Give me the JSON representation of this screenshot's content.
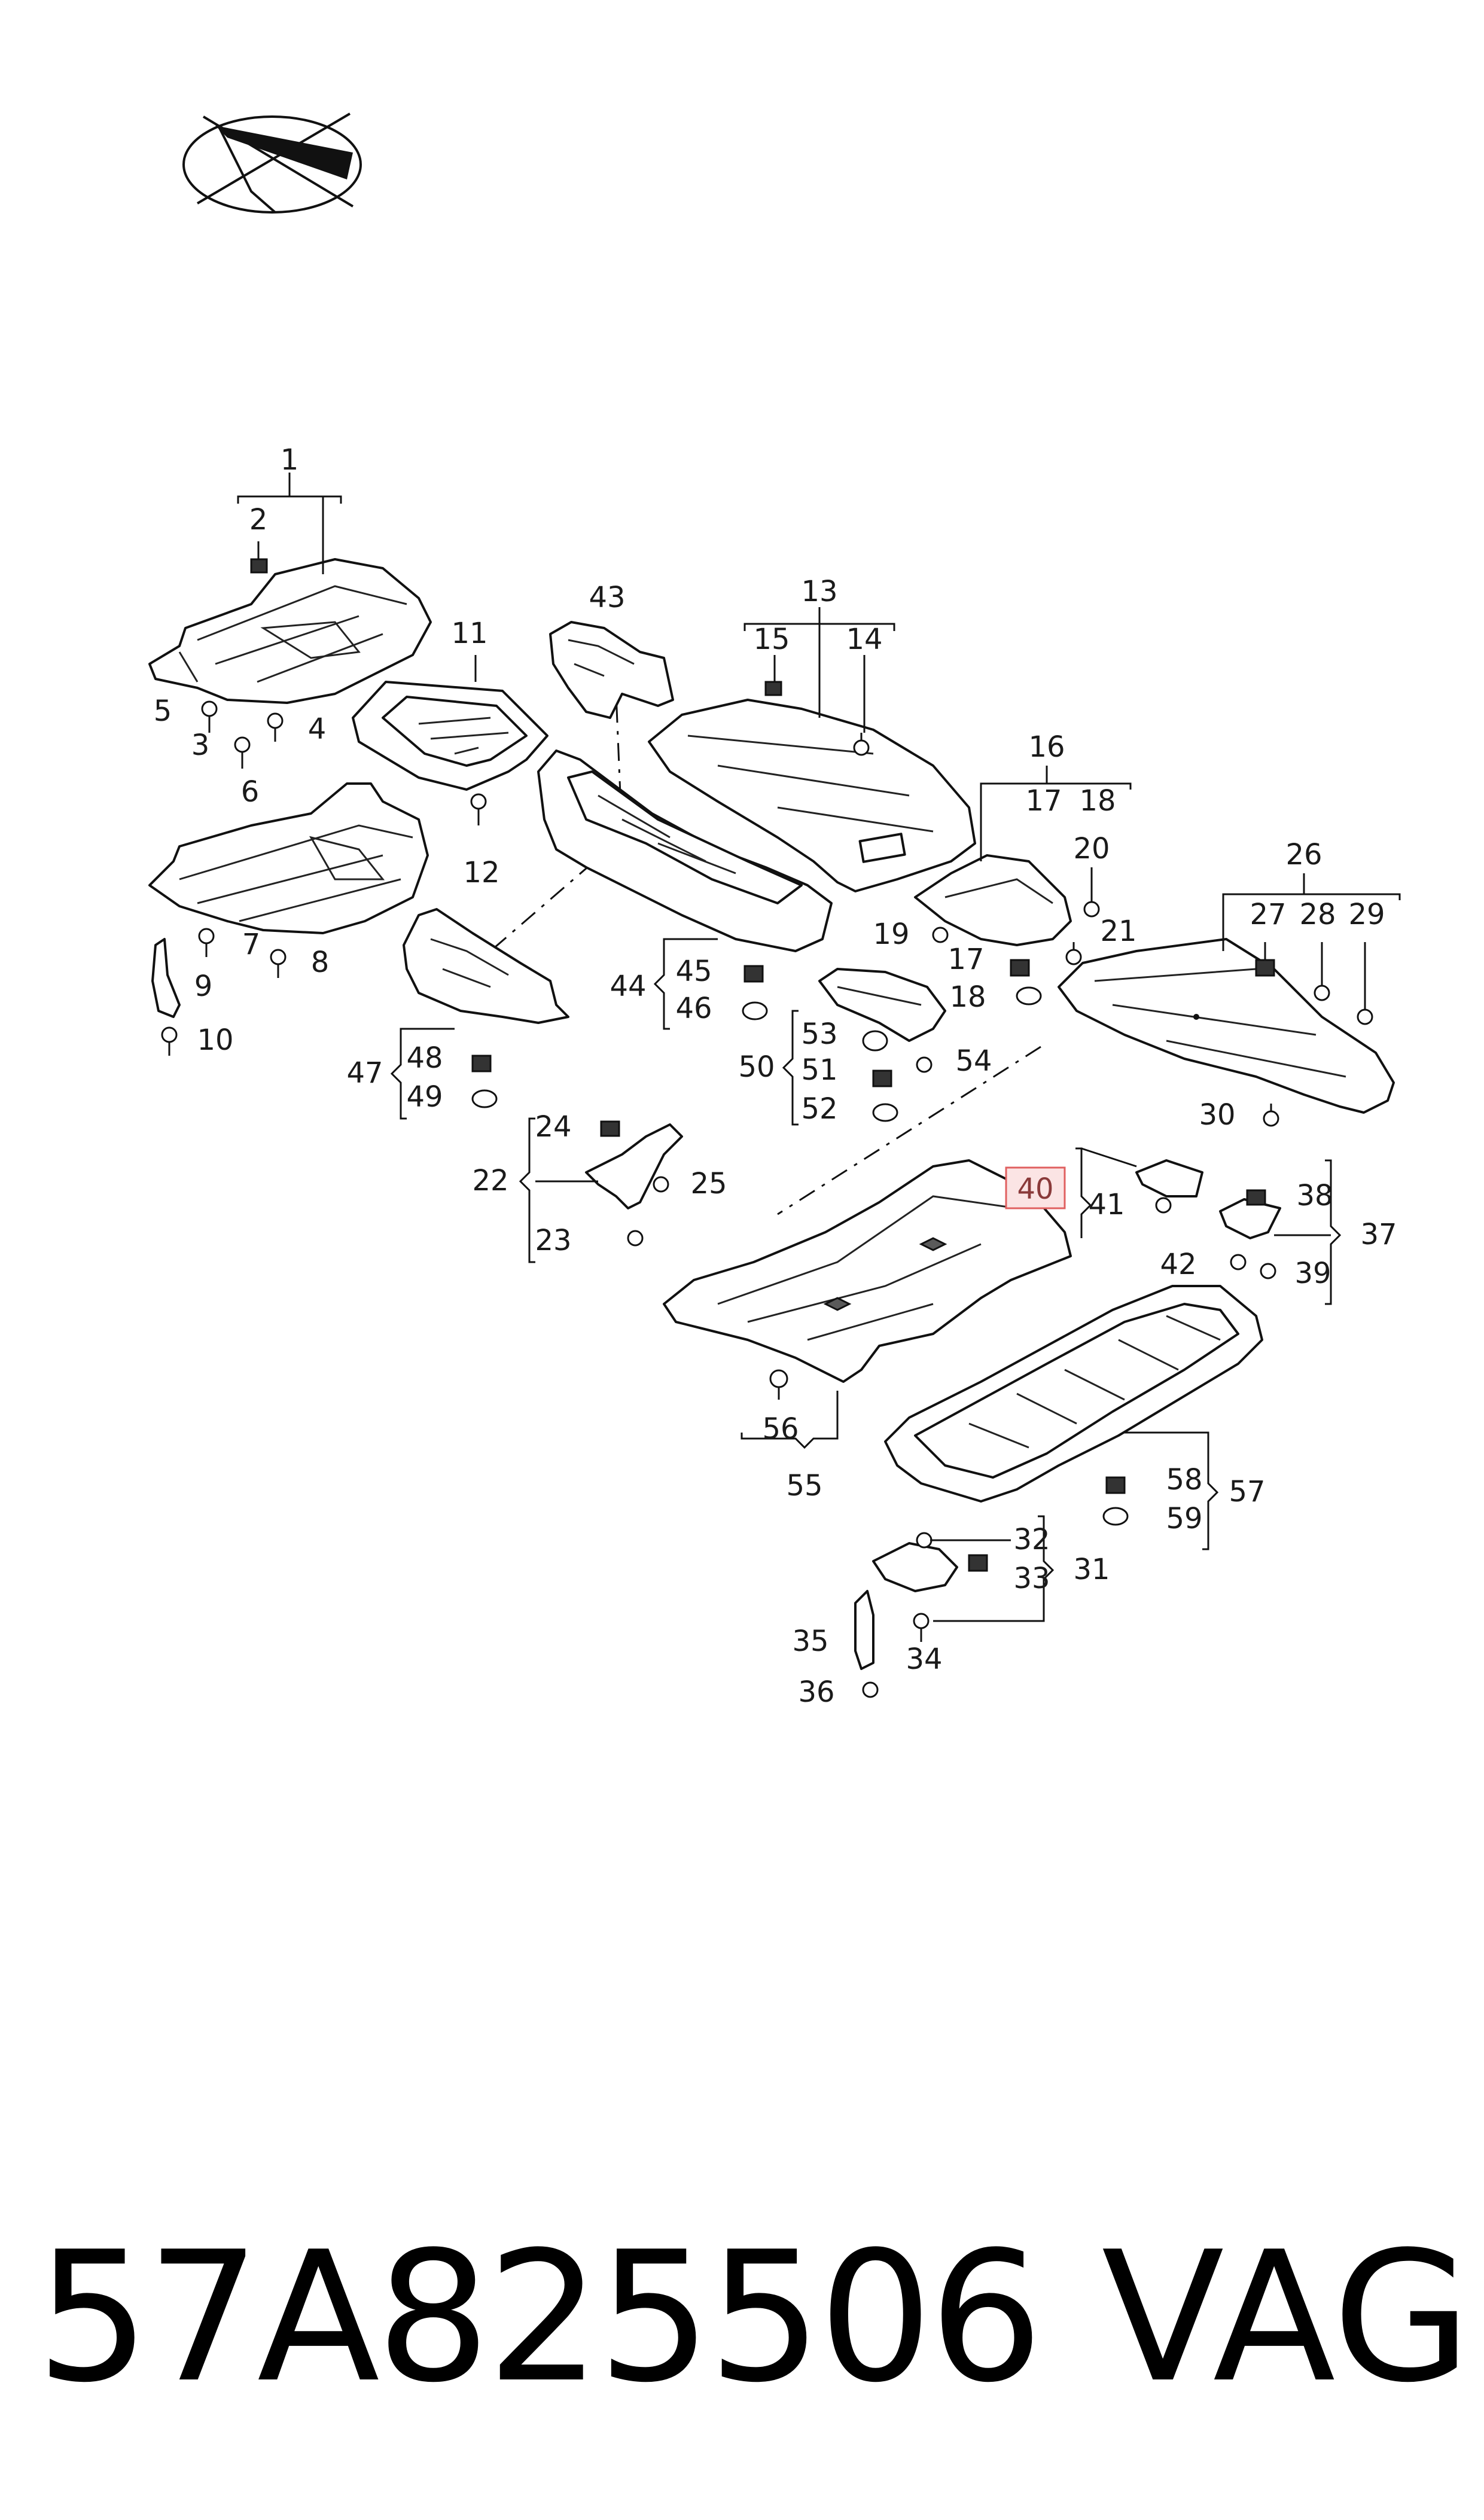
{
  "diagram": {
    "highlight_color": "#e06060",
    "highlighted_callout": "40",
    "callouts": {
      "c1": "1",
      "c2": "2",
      "c3": "3",
      "c4": "4",
      "c5": "5",
      "c6": "6",
      "c7": "7",
      "c8": "8",
      "c9": "9",
      "c10": "10",
      "c11": "11",
      "c12": "12",
      "c13": "13",
      "c14": "14",
      "c15": "15",
      "c16": "16",
      "c17": "17",
      "c17b": "17",
      "c18": "18",
      "c18b": "18",
      "c19": "19",
      "c20": "20",
      "c21": "21",
      "c22": "22",
      "c23": "23",
      "c24": "24",
      "c25": "25",
      "c26": "26",
      "c27": "27",
      "c28": "28",
      "c29": "29",
      "c30": "30",
      "c31": "31",
      "c32": "32",
      "c33": "33",
      "c34": "34",
      "c35": "35",
      "c36": "36",
      "c37": "37",
      "c38": "38",
      "c39": "39",
      "c40": "40",
      "c41": "41",
      "c42": "42",
      "c43": "43",
      "c44": "44",
      "c45": "45",
      "c46": "46",
      "c47": "47",
      "c48": "48",
      "c49": "49",
      "c50": "50",
      "c51": "51",
      "c52": "52",
      "c53": "53",
      "c54": "54",
      "c55": "55",
      "c56": "56",
      "c57": "57",
      "c58": "58",
      "c59": "59"
    }
  },
  "footer": {
    "part_number": "57A825506",
    "brand": "VAG"
  }
}
